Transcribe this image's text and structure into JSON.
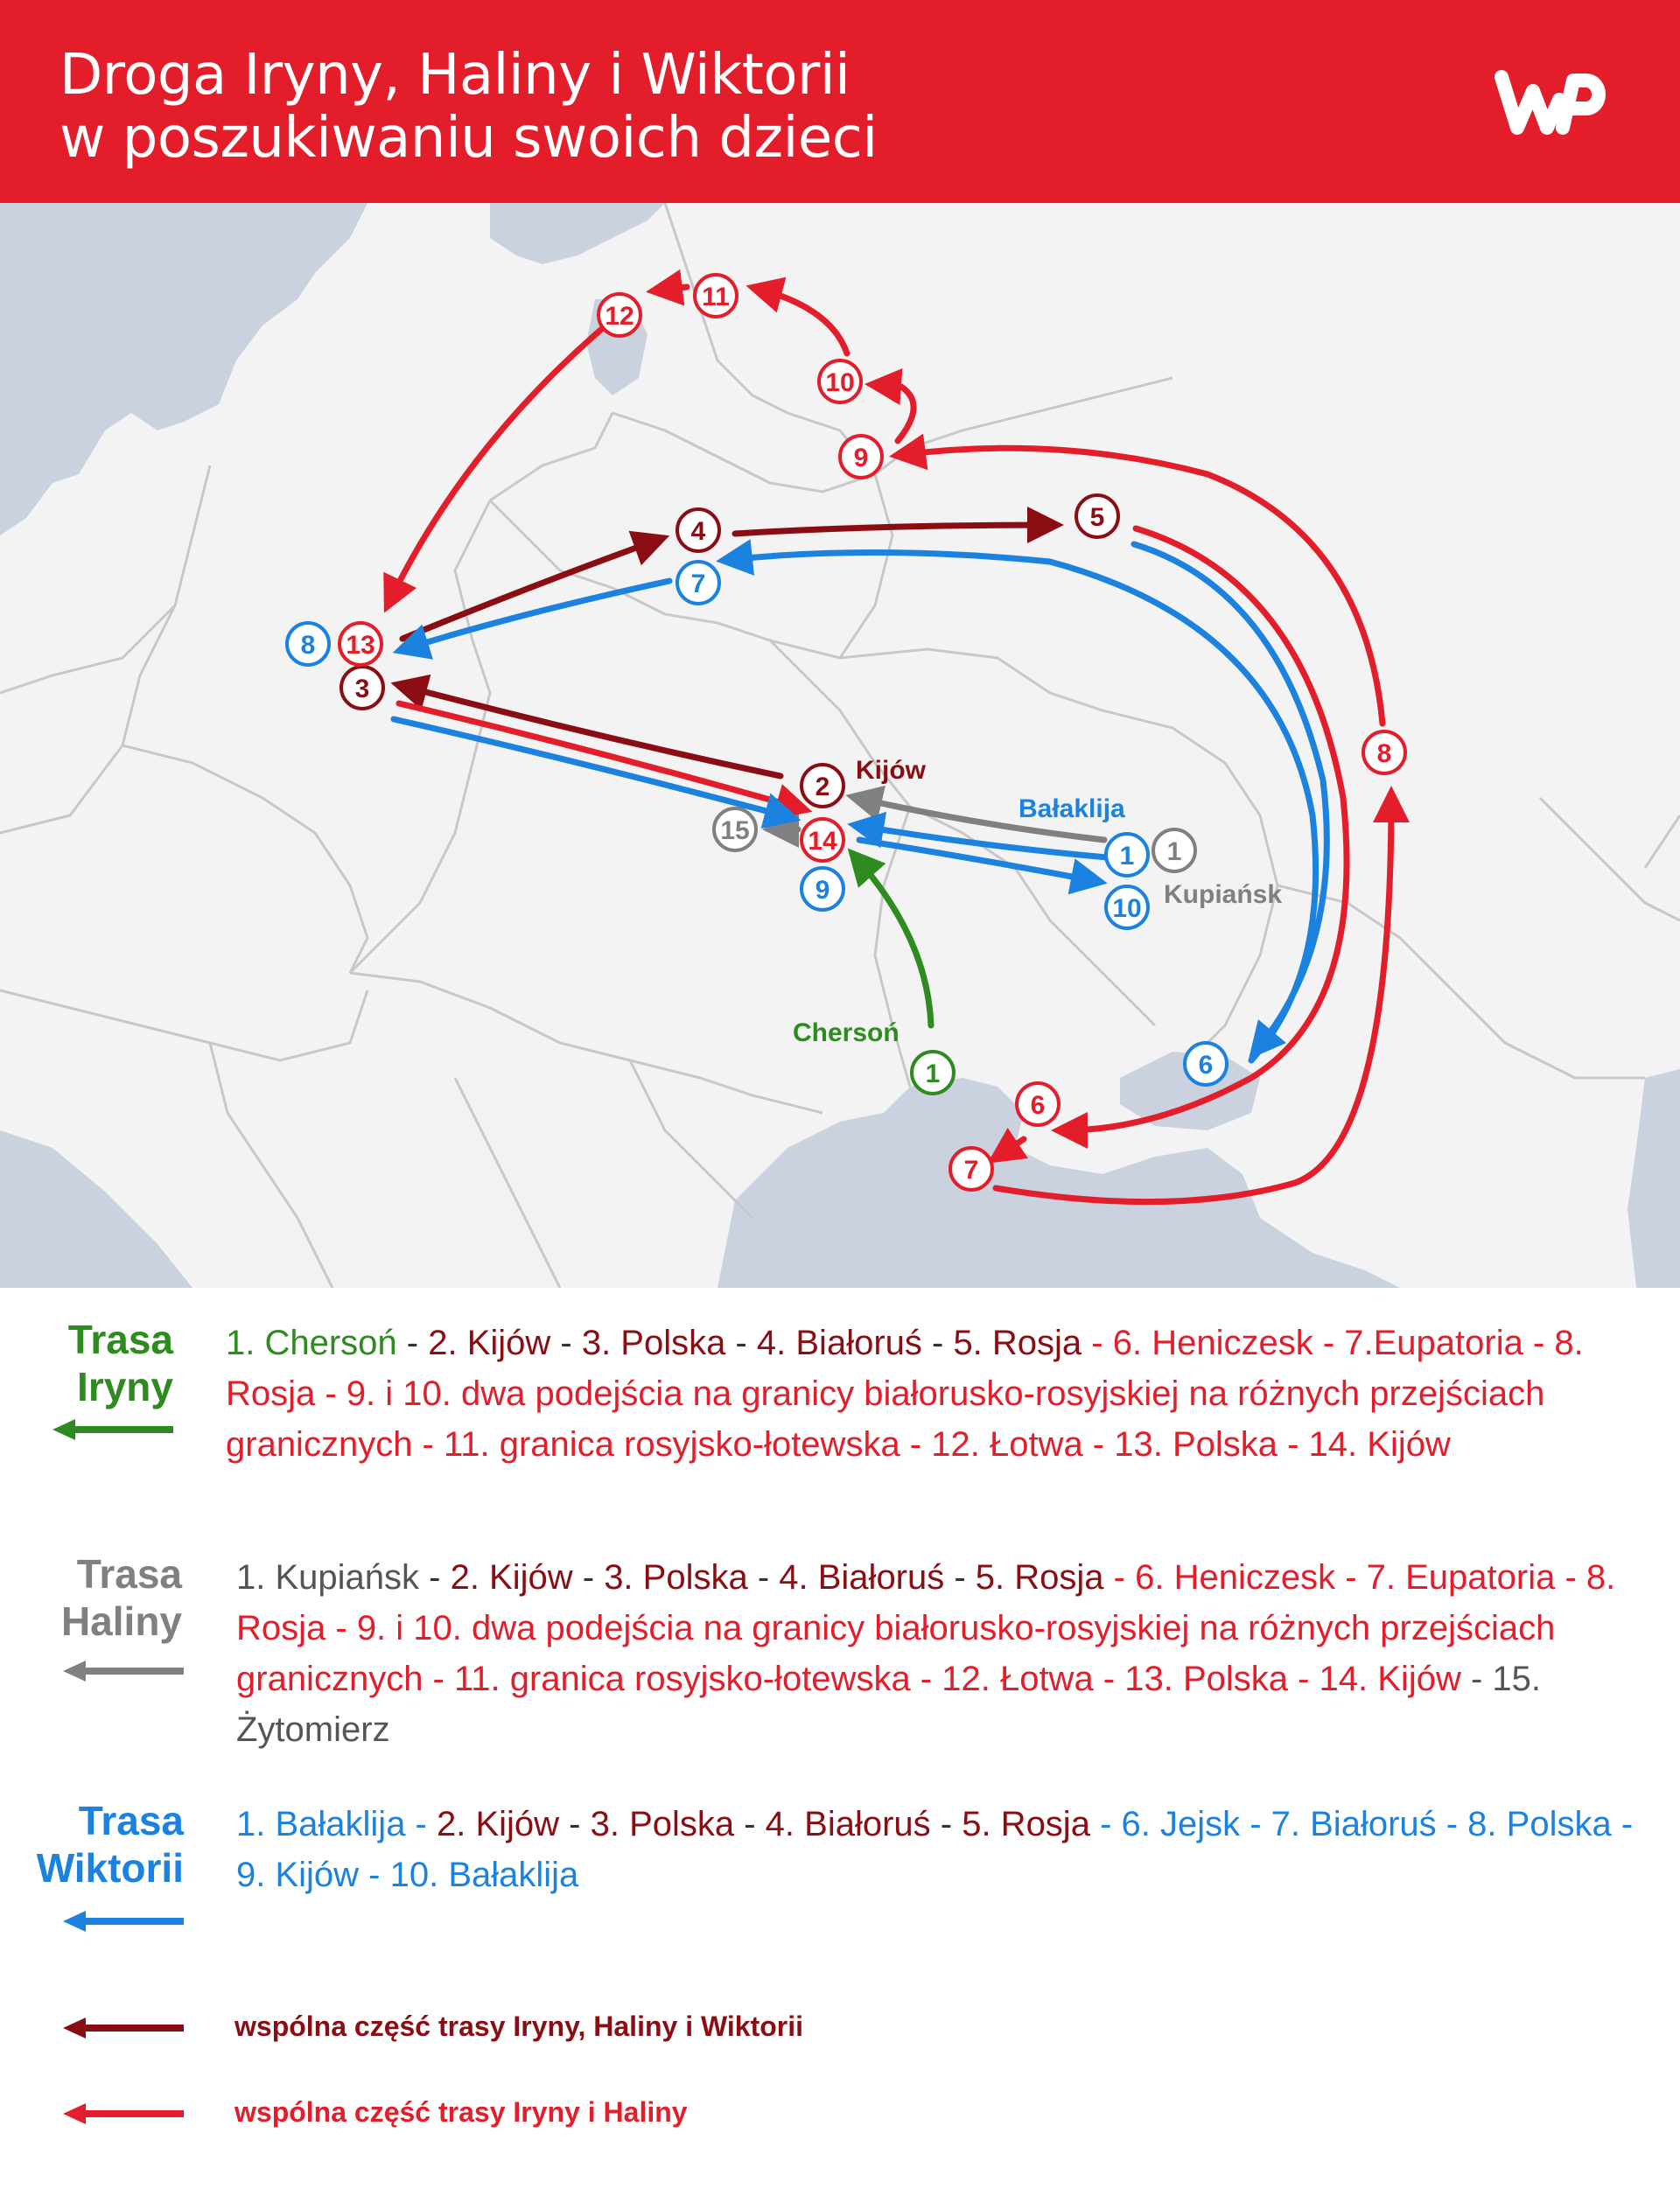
{
  "title": {
    "line1": "Droga Iryny, Haliny i Wiktorii",
    "line2": "w poszukiwaniu swoich dzieci"
  },
  "logo": {
    "icon": "wp-logo-icon",
    "text": "WP"
  },
  "colors": {
    "header": "#e31e2a",
    "irena": "#2e8b1f",
    "halina": "#808080",
    "wiktoria": "#1b82e0",
    "shared_all": "#8b0d14",
    "shared_two": "#e31e2a"
  },
  "map": {
    "places": {
      "kijow": "Kijów",
      "balaklija": "Bałaklija",
      "kupiansk": "Kupiańsk",
      "cherson": "Chersoń"
    },
    "markers": [
      {
        "n": "1",
        "route": "Iryna"
      },
      {
        "n": "1",
        "route": "Wiktoria"
      },
      {
        "n": "1",
        "route": "Halina"
      },
      {
        "n": "2",
        "route": "shared"
      },
      {
        "n": "3",
        "route": "shared"
      },
      {
        "n": "4",
        "route": "shared"
      },
      {
        "n": "5",
        "route": "shared"
      },
      {
        "n": "6",
        "route": "Wiktoria"
      },
      {
        "n": "6",
        "route": "Iryna/Halina"
      },
      {
        "n": "7",
        "route": "Iryna/Halina"
      },
      {
        "n": "7",
        "route": "Wiktoria"
      },
      {
        "n": "8",
        "route": "Iryna/Halina"
      },
      {
        "n": "8",
        "route": "Wiktoria"
      },
      {
        "n": "9",
        "route": "Iryna/Halina"
      },
      {
        "n": "9",
        "route": "Wiktoria"
      },
      {
        "n": "10",
        "route": "Iryna/Halina"
      },
      {
        "n": "10",
        "route": "Wiktoria"
      },
      {
        "n": "11",
        "route": "Iryna/Halina"
      },
      {
        "n": "12",
        "route": "Iryna/Halina"
      },
      {
        "n": "13",
        "route": "Iryna/Halina"
      },
      {
        "n": "14",
        "route": "Iryna/Halina"
      },
      {
        "n": "15",
        "route": "Halina"
      }
    ]
  },
  "legend": {
    "iryna": {
      "label1": "Trasa",
      "label2": "Iryny",
      "parts": [
        {
          "t": "1. Chersoń",
          "c": "green"
        },
        {
          "t": " - ",
          "c": "sep"
        },
        {
          "t": "2. Kijów",
          "c": "dark"
        },
        {
          "t": " - ",
          "c": "sep"
        },
        {
          "t": "3. Polska",
          "c": "dark"
        },
        {
          "t": " - ",
          "c": "sep"
        },
        {
          "t": "4. Białoruś",
          "c": "dark"
        },
        {
          "t": " - ",
          "c": "sep"
        },
        {
          "t": "5. Rosja",
          "c": "dark"
        },
        {
          "t": " - ",
          "c": "red"
        },
        {
          "t": "6. Heniczesk - 7.Eupatoria - 8. Rosja - 9. i 10. dwa podejścia na granicy białorusko-rosyjskiej na różnych przejściach  granicznych - 11. granica rosyjsko-łotewska - 12. Łotwa - 13. Polska - 14. Kijów",
          "c": "red"
        }
      ]
    },
    "halina": {
      "label1": "Trasa",
      "label2": "Haliny",
      "parts": [
        {
          "t": "1. Kupiańsk",
          "c": "gray"
        },
        {
          "t": " - ",
          "c": "sep"
        },
        {
          "t": "2. Kijów",
          "c": "dark"
        },
        {
          "t": " - ",
          "c": "sep"
        },
        {
          "t": "3. Polska",
          "c": "dark"
        },
        {
          "t": " - ",
          "c": "sep"
        },
        {
          "t": "4. Białoruś",
          "c": "dark"
        },
        {
          "t": " - ",
          "c": "sep"
        },
        {
          "t": "5. Rosja",
          "c": "dark"
        },
        {
          "t": " - ",
          "c": "red"
        },
        {
          "t": "6. Heniczesk - 7. Eupatoria - 8. Rosja - 9. i 10. dwa podejścia na granicy białorusko-rosyjskiej na różnych przejściach granicznych - 11. granica rosyjsko-łotewska - 12. Łotwa - 13. Polska - 14. Kijów",
          "c": "red"
        },
        {
          "t": " - ",
          "c": "gray"
        },
        {
          "t": "15. Żytomierz",
          "c": "gray"
        }
      ]
    },
    "wiktoria": {
      "label1": "Trasa",
      "label2": "Wiktorii",
      "parts": [
        {
          "t": "1. Bałaklija",
          "c": "blue"
        },
        {
          "t": " - ",
          "c": "blue"
        },
        {
          "t": "2. Kijów",
          "c": "dark"
        },
        {
          "t": " - ",
          "c": "sep"
        },
        {
          "t": "3. Polska",
          "c": "dark"
        },
        {
          "t": " - ",
          "c": "sep"
        },
        {
          "t": "4. Białoruś",
          "c": "dark"
        },
        {
          "t": " - ",
          "c": "sep"
        },
        {
          "t": "5. Rosja",
          "c": "dark"
        },
        {
          "t": " - ",
          "c": "blue"
        },
        {
          "t": "6. Jejsk - 7. Białoruś - 8. Polska - 9. Kijów - 10. Bałaklija",
          "c": "blue"
        }
      ]
    },
    "shared_all": "wspólna część trasy Iryny, Haliny i Wiktorii",
    "shared_two": "wspólna część trasy Iryny i Haliny"
  }
}
